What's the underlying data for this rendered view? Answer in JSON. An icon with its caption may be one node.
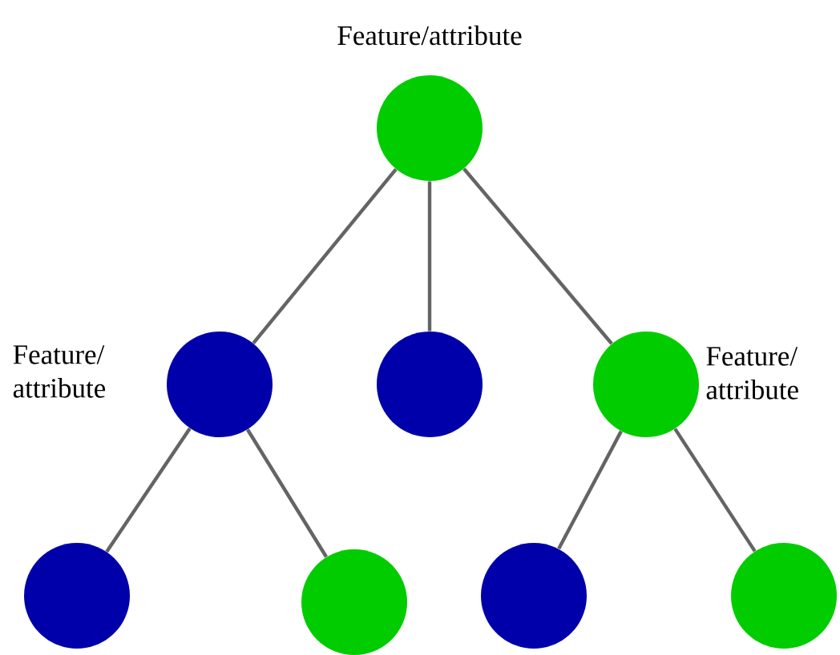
{
  "diagram": {
    "nodes": [
      {
        "text": [],
        "shape": "circle",
        "beside": [
          "Feature/attribute"
        ]
      },
      {
        "text": [],
        "shape": "circle",
        "beside": [
          "Feature/ attribute"
        ]
      },
      {
        "text": [],
        "shape": "circle"
      },
      {
        "text": [],
        "shape": "circle",
        "beside": [
          "Feature/ attribute"
        ]
      },
      {
        "text": [],
        "shape": "circle"
      },
      {
        "text": [],
        "shape": "circle"
      },
      {
        "text": [],
        "shape": "circle"
      },
      {
        "text": [],
        "shape": "circle"
      }
    ],
    "edges": [
      {
        "from": 0,
        "to": 1,
        "arrow": "none"
      },
      {
        "from": 0,
        "to": 2,
        "arrow": "none"
      },
      {
        "from": 0,
        "to": 3,
        "arrow": "none"
      },
      {
        "from": 1,
        "to": 4,
        "arrow": "none"
      },
      {
        "from": 1,
        "to": 5,
        "arrow": "none"
      },
      {
        "from": 3,
        "to": 6,
        "arrow": "none"
      },
      {
        "from": 3,
        "to": 7,
        "arrow": "none"
      }
    ]
  }
}
